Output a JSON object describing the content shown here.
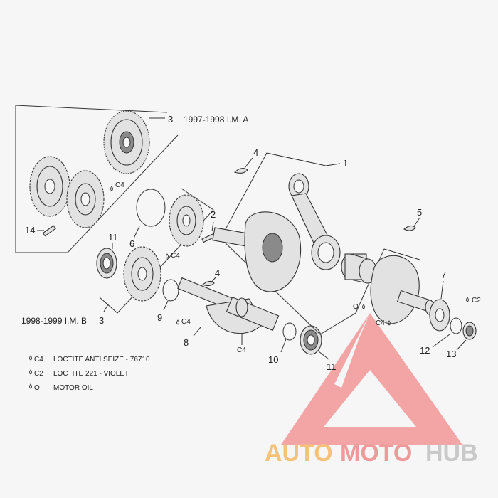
{
  "variant_labels": {
    "top": "1997-1998 I.M. A",
    "bottom": "1998-1999 I.M. B"
  },
  "callouts": [
    {
      "key": "c1",
      "text": "1"
    },
    {
      "key": "c2",
      "text": "2"
    },
    {
      "key": "c3a",
      "text": "3"
    },
    {
      "key": "c3b",
      "text": "3"
    },
    {
      "key": "c4a",
      "text": "4"
    },
    {
      "key": "c4b",
      "text": "4"
    },
    {
      "key": "c5",
      "text": "5"
    },
    {
      "key": "c6",
      "text": "6"
    },
    {
      "key": "c7",
      "text": "7"
    },
    {
      "key": "c8",
      "text": "8"
    },
    {
      "key": "c9",
      "text": "9"
    },
    {
      "key": "c10",
      "text": "10"
    },
    {
      "key": "c11a",
      "text": "11"
    },
    {
      "key": "c11b",
      "text": "11"
    },
    {
      "key": "c12",
      "text": "12"
    },
    {
      "key": "c13",
      "text": "13"
    },
    {
      "key": "c14",
      "text": "14"
    }
  ],
  "marks": {
    "c4": "C4",
    "c2": "C2",
    "o": "O"
  },
  "legend": [
    {
      "code": "C4",
      "text": "LOCTITE ANTI SEIZE - 76710"
    },
    {
      "code": "C2",
      "text": "LOCTITE 221 - VIOLET"
    },
    {
      "code": "O",
      "text": "MOTOR OIL"
    }
  ],
  "watermark": {
    "part1": "AUTO",
    "part2": "MOTO",
    "part3": "HUB",
    "colors": {
      "auto": "#f5c27a",
      "moto": "#ef9a9a",
      "hub": "#c9c9c9",
      "triangle": "#f28b8b"
    }
  }
}
